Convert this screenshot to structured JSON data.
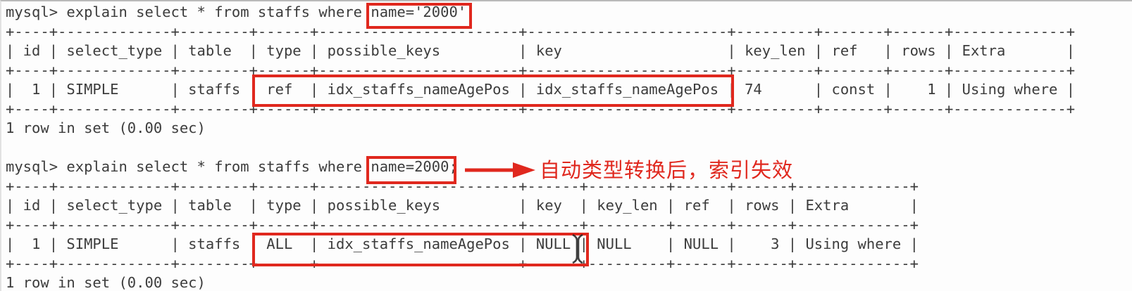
{
  "app": {
    "title": "MySQL command-line client session",
    "shell_prompt": "mysql>"
  },
  "terminal": {
    "query1": "mysql> explain select * from staffs where name='2000';",
    "table1": {
      "columns": [
        "id",
        "select_type",
        "table",
        "type",
        "possible_keys",
        "key",
        "key_len",
        "ref",
        "rows",
        "Extra"
      ],
      "rows": [
        [
          "1",
          "SIMPLE",
          "staffs",
          "ref",
          "idx_staffs_nameAgePos",
          "idx_staffs_nameAgePos",
          "74",
          "const",
          "1",
          "Using where"
        ]
      ],
      "numeric_columns": [
        "id",
        "rows"
      ]
    },
    "status1": "1 row in set (0.00 sec)",
    "query2": "mysql> explain select * from staffs where name=2000;",
    "table2": {
      "columns": [
        "id",
        "select_type",
        "table",
        "type",
        "possible_keys",
        "key",
        "key_len",
        "ref",
        "rows",
        "Extra"
      ],
      "rows": [
        [
          "1",
          "SIMPLE",
          "staffs",
          "ALL",
          "idx_staffs_nameAgePos",
          "NULL",
          "NULL",
          "NULL",
          "3",
          "Using where"
        ]
      ],
      "numeric_columns": [
        "id",
        "rows"
      ]
    },
    "status2": "1 row in set (0.00 sec)"
  },
  "highlights": {
    "query1_condition": "name='2000'",
    "query2_condition": "name=2000",
    "row1_cells": [
      "type",
      "possible_keys",
      "key"
    ],
    "row2_cells": [
      "type",
      "possible_keys",
      "key"
    ]
  },
  "annotation": {
    "text": "自动类型转换后，索引失效"
  },
  "colors": {
    "highlight_red": "#e0281e",
    "terminal_text": "#3c3c3c",
    "background": "#fdfdfd"
  }
}
